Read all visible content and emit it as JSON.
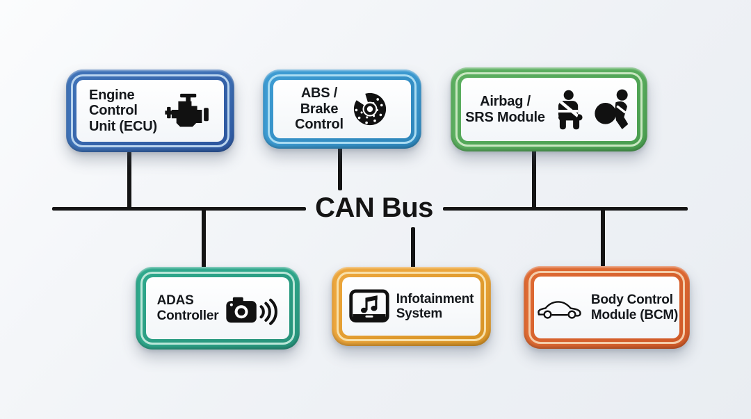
{
  "bus": {
    "label": "CAN Bus",
    "line_color": "#141414"
  },
  "modules": [
    {
      "id": "ecu",
      "line1": "Engine",
      "line2": "Control",
      "line3": "Unit (ECU)",
      "icon": "engine-icon",
      "colors": {
        "frame": "#3f72b7",
        "frame_light": "#b9d4ee",
        "frame_dark": "#2d579f"
      }
    },
    {
      "id": "abs",
      "line1": "ABS /",
      "line2": "Brake",
      "line3": "Control",
      "icon": "brake-disc-icon",
      "colors": {
        "frame": "#3d9bd2",
        "frame_light": "#aadcf2",
        "frame_dark": "#2e86bb"
      }
    },
    {
      "id": "airbag",
      "line1": "Airbag /",
      "line2": "SRS Module",
      "icons": [
        "seatbelt-occupant-icon",
        "airbag-occupant-icon"
      ],
      "colors": {
        "frame": "#5caf60",
        "frame_light": "#c9e7c1",
        "frame_dark": "#4a9e50"
      }
    },
    {
      "id": "adas",
      "line1": "ADAS",
      "line2": "Controller",
      "icon": "camera-sensor-icon",
      "colors": {
        "frame": "#2fa88c",
        "frame_light": "#bce7d9",
        "frame_dark": "#27937b"
      }
    },
    {
      "id": "infotainment",
      "line1": "Infotainment",
      "line2": "System",
      "icon": "media-screen-icon",
      "colors": {
        "frame": "#eca63c",
        "frame_light": "#f8e0aa",
        "frame_dark": "#d89426"
      }
    },
    {
      "id": "bcm",
      "line1": "Body Control",
      "line2": "Module (BCM)",
      "icon": "car-body-icon",
      "colors": {
        "frame": "#de6a33",
        "frame_light": "#f4cdaa",
        "frame_dark": "#d05a28"
      }
    }
  ]
}
